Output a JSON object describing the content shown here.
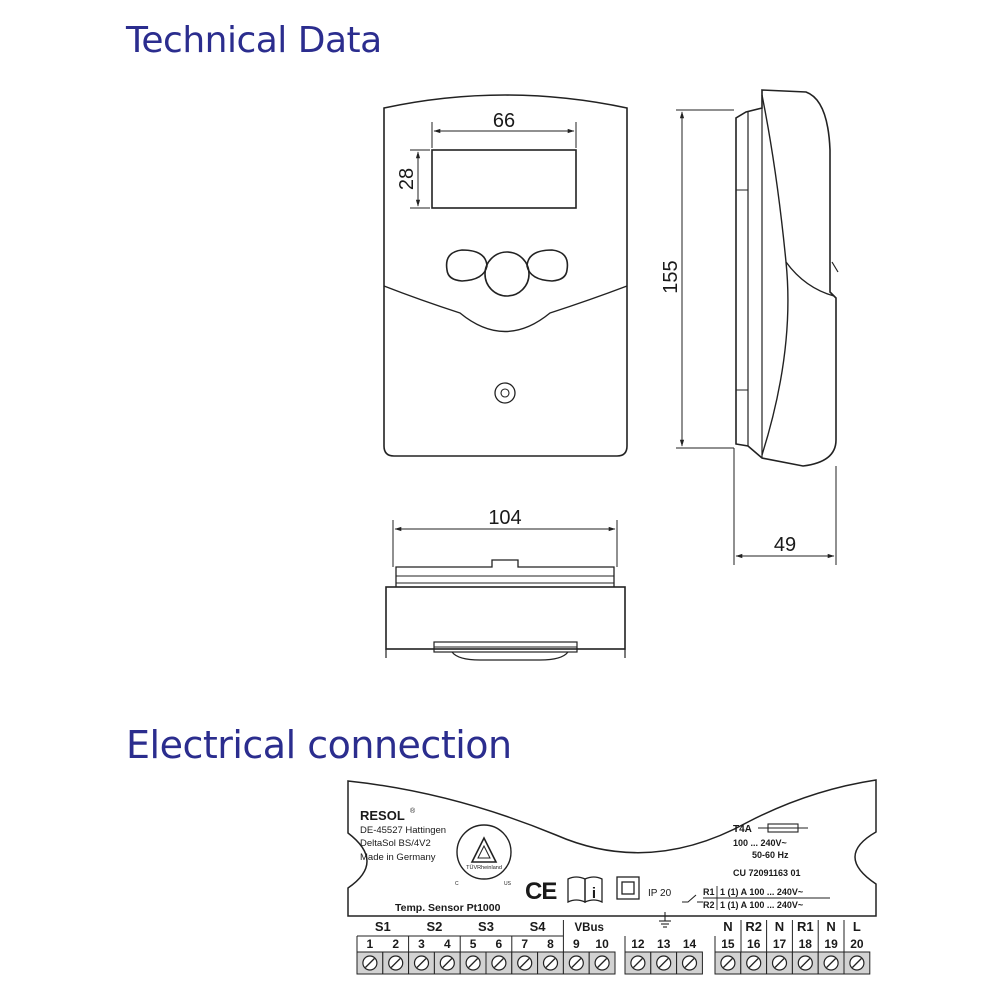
{
  "headings": {
    "technical": "Technical Data",
    "electrical": "Electrical connection"
  },
  "dimensions": {
    "display_width": "66",
    "display_height": "28",
    "height": "155",
    "width": "104",
    "depth": "49"
  },
  "label": {
    "brand": "RESOL",
    "brand_mark": "®",
    "address": "DE-45527 Hattingen",
    "model": "DeltaSol BS/4V2",
    "origin": "Made in Germany",
    "cert_name": "TÜVRheinland",
    "cert_c": "C",
    "cert_us": "US",
    "ce": "CE",
    "info": "i",
    "ip": "IP 20",
    "fuse": "T4A",
    "voltage": "100 ... 240V~",
    "frequency": "50-60 Hz",
    "cu": "CU 72091163 01",
    "relay_r1_name": "R1",
    "relay_r1_rating": "1 (1) A 100 ... 240V~",
    "relay_r2_name": "R2",
    "relay_r2_rating": "1 (1) A 100 ... 240V~",
    "sensor": "Temp. Sensor Pt1000"
  },
  "terminal_groups": [
    "S1",
    "S2",
    "S3",
    "S4",
    "VBus",
    "N",
    "R2",
    "N",
    "R1",
    "N",
    "L"
  ],
  "terminal_numbers": [
    "1",
    "2",
    "3",
    "4",
    "5",
    "6",
    "7",
    "8",
    "9",
    "10",
    "12",
    "13",
    "14",
    "15",
    "16",
    "17",
    "18",
    "19",
    "20"
  ],
  "icons": {
    "ground": "ground-icon",
    "screw": "screw-terminal-icon",
    "manual": "manual-book-icon",
    "double_insulation": "double-insulation-icon"
  }
}
